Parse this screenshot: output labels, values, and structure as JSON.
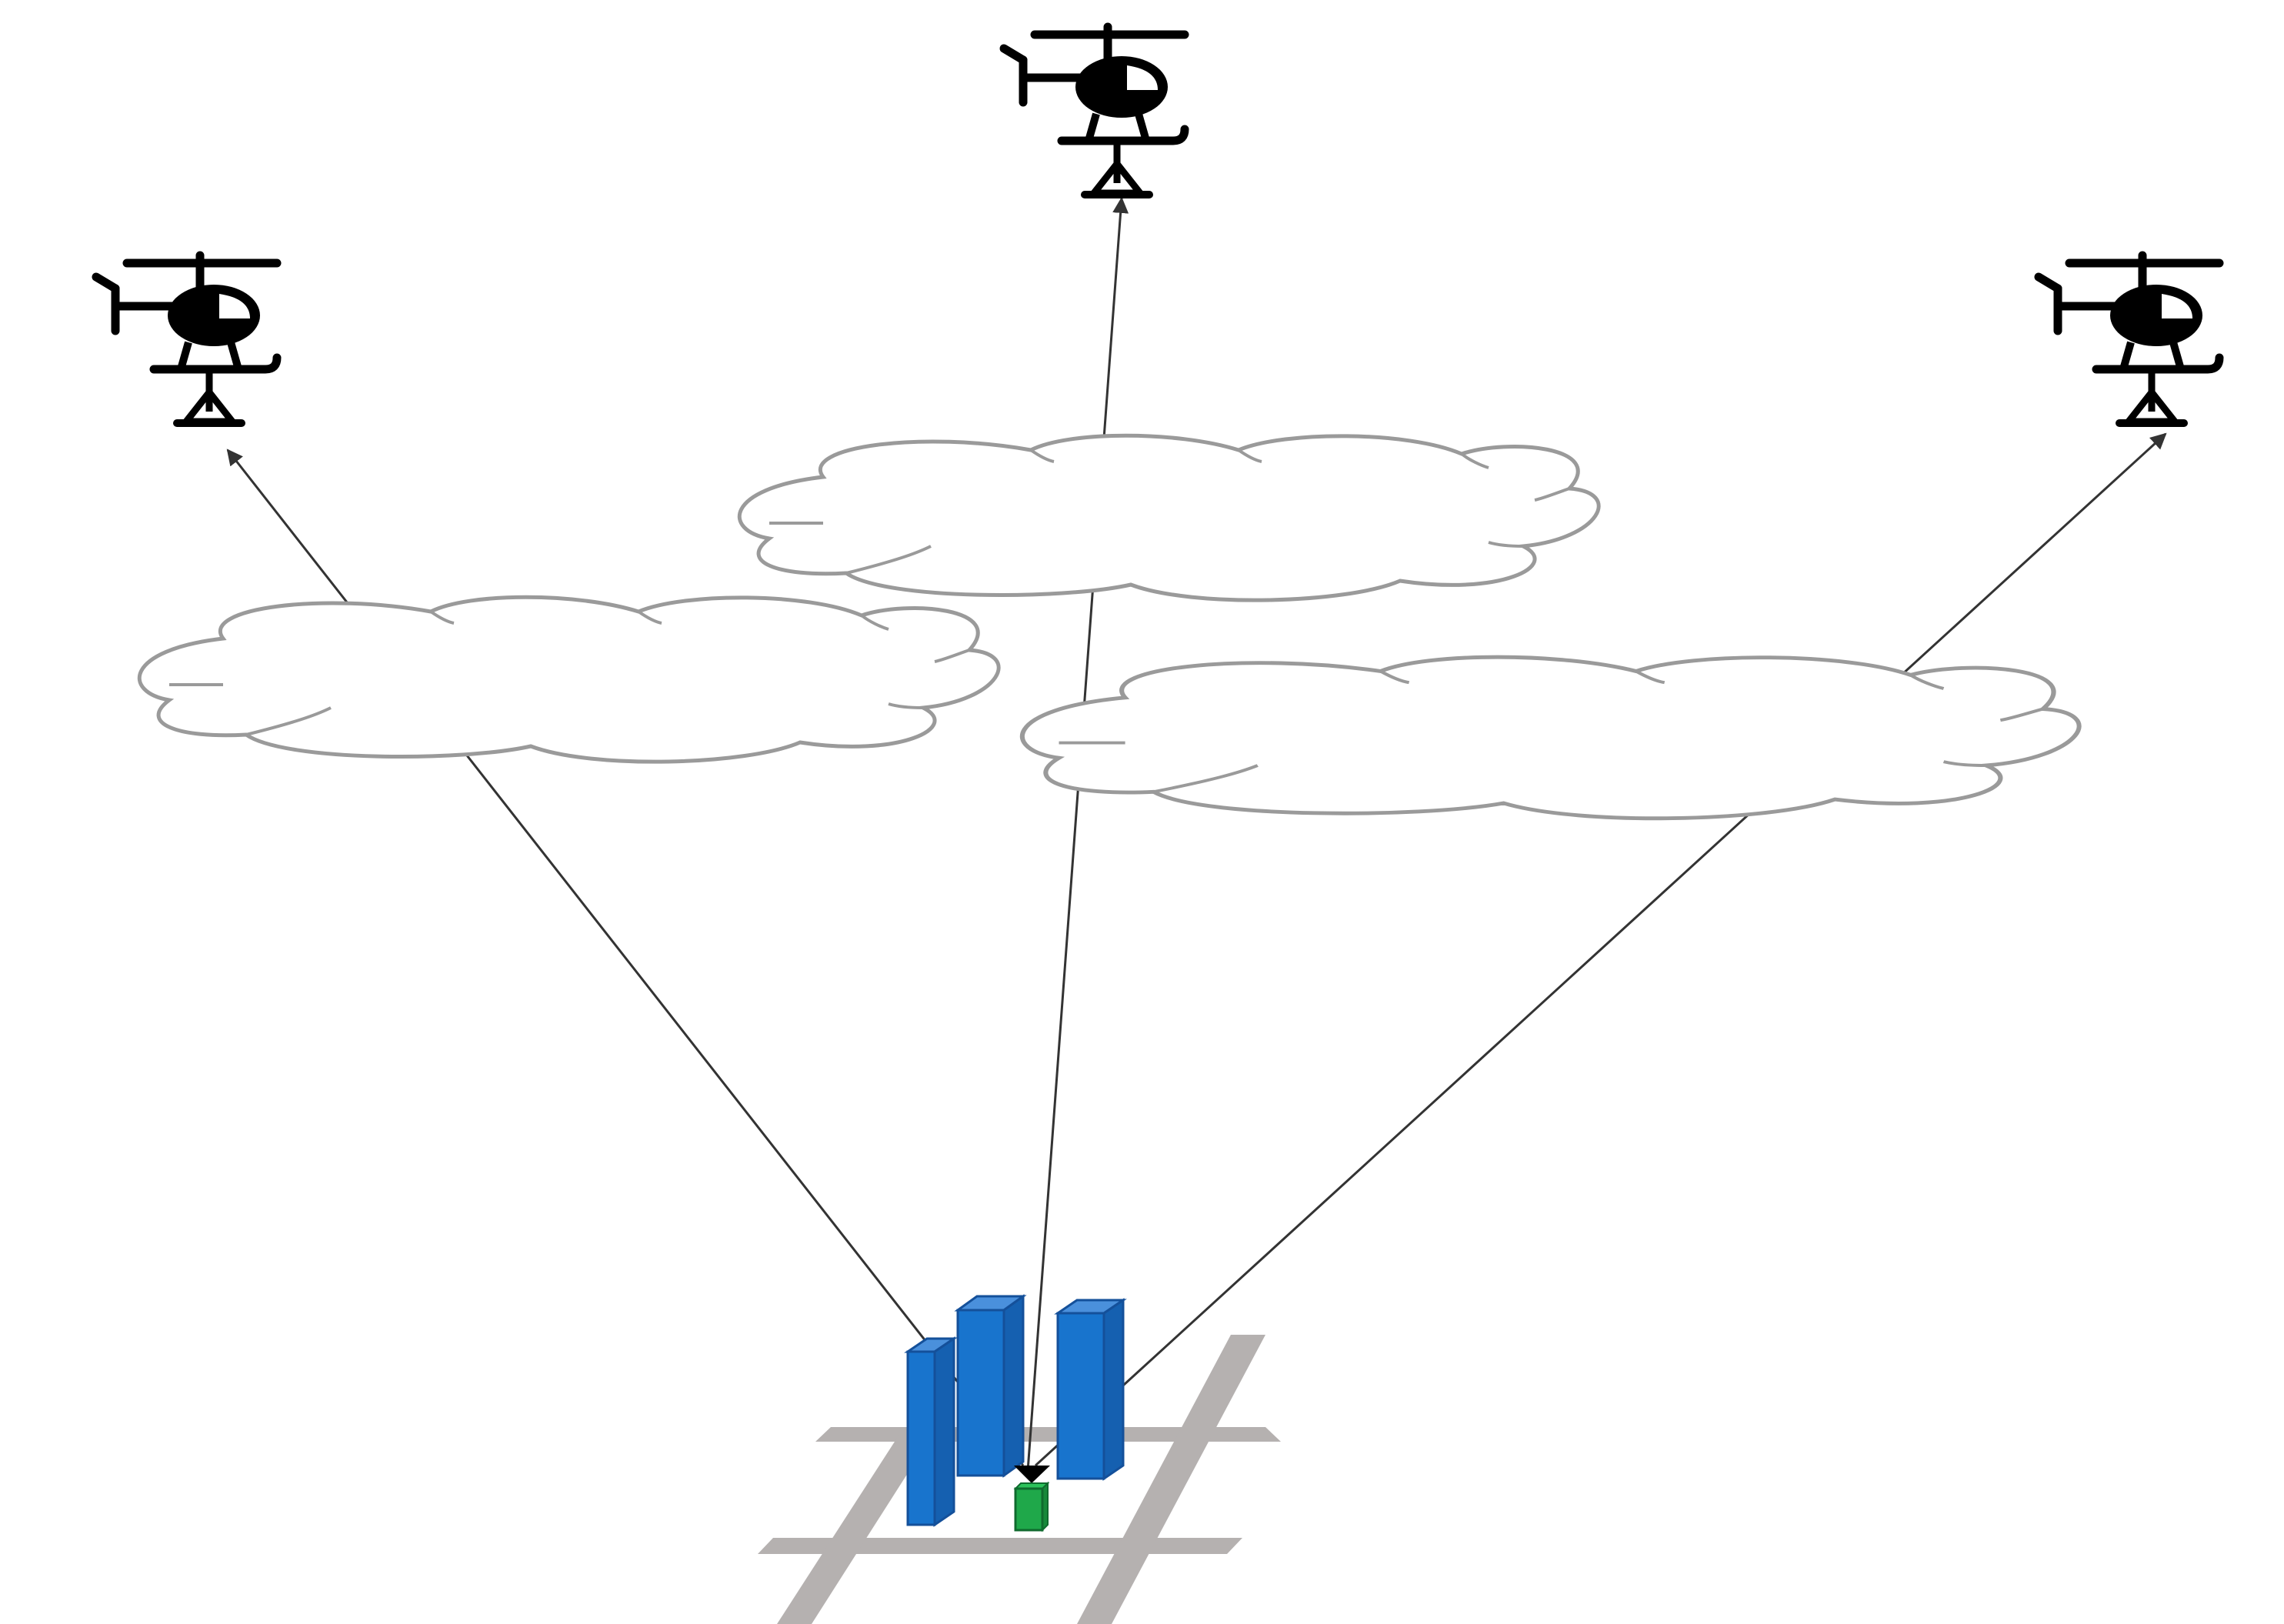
{
  "diagram": {
    "nodes": [
      {
        "id": "heli-left",
        "kind": "helicopter"
      },
      {
        "id": "heli-center",
        "kind": "helicopter"
      },
      {
        "id": "heli-right",
        "kind": "helicopter"
      },
      {
        "id": "cloud-left",
        "kind": "cloud"
      },
      {
        "id": "cloud-center",
        "kind": "cloud"
      },
      {
        "id": "cloud-right",
        "kind": "cloud"
      },
      {
        "id": "building-small",
        "kind": "building"
      },
      {
        "id": "building-tall-left",
        "kind": "building"
      },
      {
        "id": "building-tall-right",
        "kind": "building"
      },
      {
        "id": "ground-transmitter",
        "kind": "transmitter"
      },
      {
        "id": "road-grid",
        "kind": "roads"
      }
    ],
    "edges": [
      {
        "from": "ground-transmitter",
        "to": "heli-left",
        "directed": true
      },
      {
        "from": "ground-transmitter",
        "to": "heli-center",
        "directed": true
      },
      {
        "from": "ground-transmitter",
        "to": "heli-right",
        "directed": true
      }
    ]
  },
  "colors": {
    "building_front": "#1874CD",
    "building_side": "#1560B0",
    "building_top": "#4A90DC",
    "building_edge": "#14509A",
    "device": "#1FA84A",
    "device_edge": "#0F6A2E",
    "road": "#B5B1B0",
    "cloud_stroke": "#9A9A9A",
    "line": "#333333",
    "icon": "#000000"
  }
}
